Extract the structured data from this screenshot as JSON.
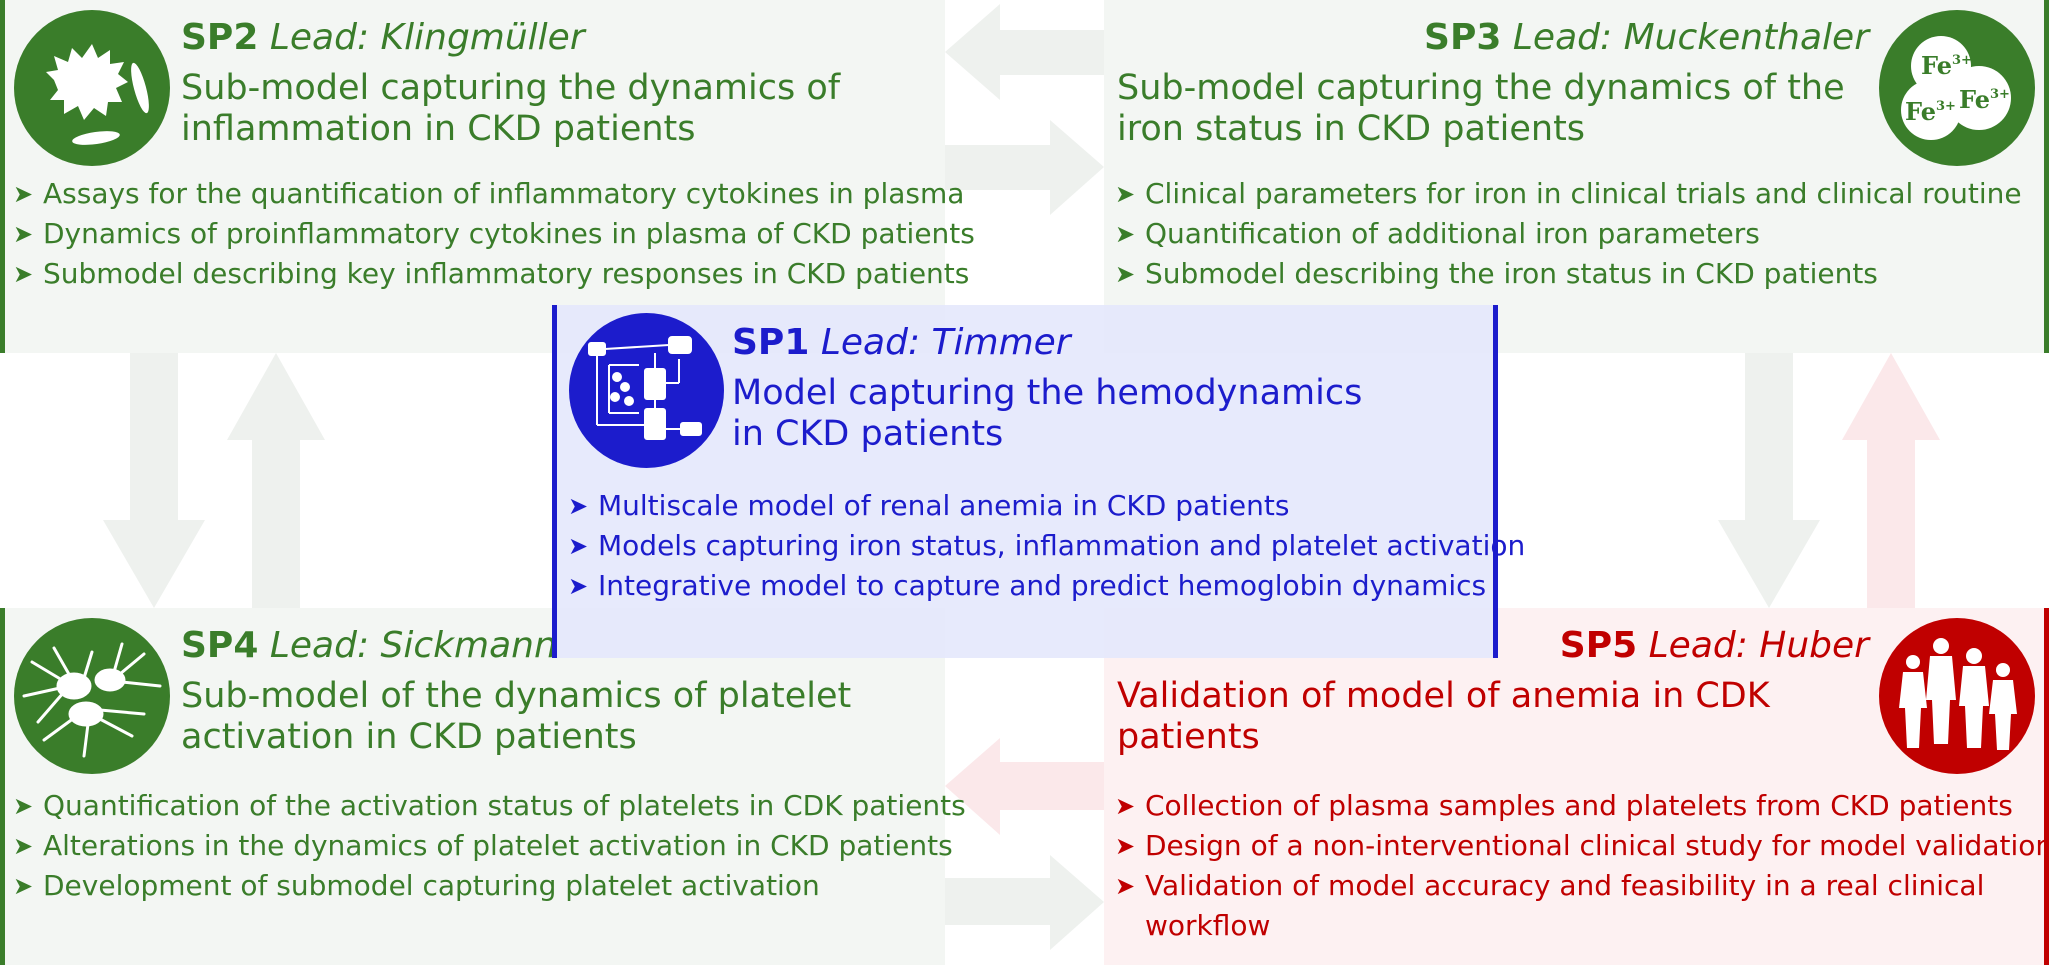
{
  "colors": {
    "green": "#3a7d2a",
    "blue": "#1c1ccc",
    "red": "#c00000",
    "arrow_green": "#e8eee8",
    "arrow_red": "#fbe3e5"
  },
  "sp1": {
    "code": "SP1",
    "lead": "Lead: Timmer",
    "title_lines": [
      "Model capturing the hemodynamics",
      "in CKD patients"
    ],
    "icon": "network-diagram-icon",
    "bullets": [
      "Multiscale model of renal anemia in CKD patients",
      "Models capturing iron status, inflammation and platelet activation",
      "Integrative model to capture and predict hemoglobin dynamics"
    ]
  },
  "sp2": {
    "code": "SP2",
    "lead": "Lead: Klingmüller",
    "title_lines": [
      "Sub-model capturing the dynamics of",
      "inflammation in CKD patients"
    ],
    "icon": "immune-cell-icon",
    "bullets": [
      "Assays for the quantification of inflammatory cytokines in plasma",
      "Dynamics of proinflammatory cytokines in plasma of CKD patients",
      "Submodel describing key inflammatory responses in CKD patients"
    ]
  },
  "sp3": {
    "code": "SP3",
    "lead": "Lead: Muckenthaler",
    "title_lines": [
      "Sub-model capturing the dynamics of the",
      "iron status in CKD patients"
    ],
    "icon": "iron-ions-icon",
    "icon_labels": [
      "Fe",
      "3+"
    ],
    "bullets": [
      "Clinical parameters for iron in clinical trials and clinical routine",
      "Quantification of additional iron parameters",
      "Submodel describing the iron status in CKD patients"
    ]
  },
  "sp4": {
    "code": "SP4",
    "lead": "Lead: Sickmann",
    "title_lines": [
      "Sub-model of the dynamics of platelet",
      "activation in CKD patients"
    ],
    "icon": "platelet-icon",
    "bullets": [
      "Quantification of the activation status of platelets in CDK patients",
      "Alterations in the dynamics of platelet activation in CKD patients",
      "Development of submodel capturing platelet activation"
    ]
  },
  "sp5": {
    "code": "SP5",
    "lead": "Lead: Huber",
    "title_lines": [
      "Validation of model of anemia in CDK",
      "patients"
    ],
    "icon": "patients-icon",
    "bullets": [
      "Collection of plasma samples and platelets from CKD patients",
      "Design of a non-interventional clinical study for model validation",
      "Validation of model accuracy and feasibility in a real clinical",
      "workflow"
    ]
  },
  "bullet_marker": "➤"
}
